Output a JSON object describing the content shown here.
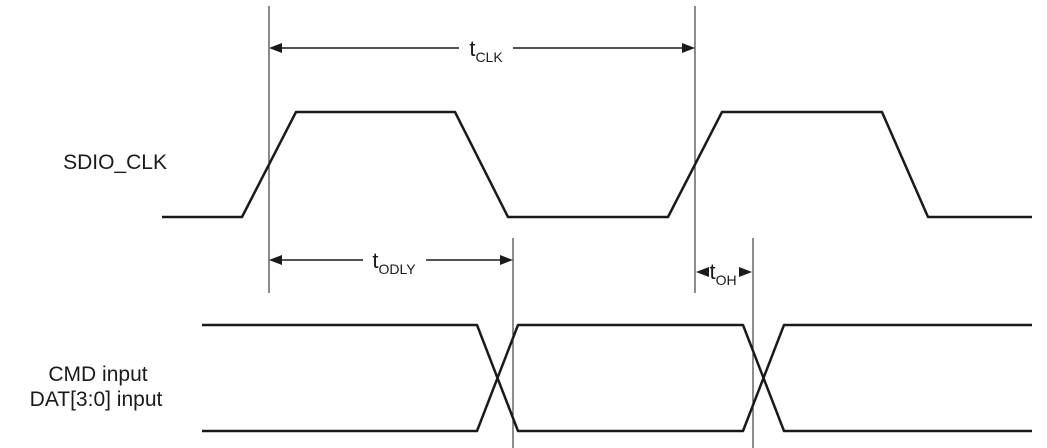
{
  "signal_labels": {
    "clock": "SDIO_CLK",
    "data_line1": "CMD input",
    "data_line2": "DAT[3:0] input"
  },
  "timing_params": {
    "tclk": {
      "base": "t",
      "sub": "CLK"
    },
    "todly": {
      "base": "t",
      "sub": "ODLY"
    },
    "toh": {
      "base": "t",
      "sub": "OH"
    }
  },
  "colors": {
    "waveform": "#1a1a1a",
    "guide_lines": "#404040",
    "text": "#1a1a1a",
    "background": "#ffffff"
  }
}
